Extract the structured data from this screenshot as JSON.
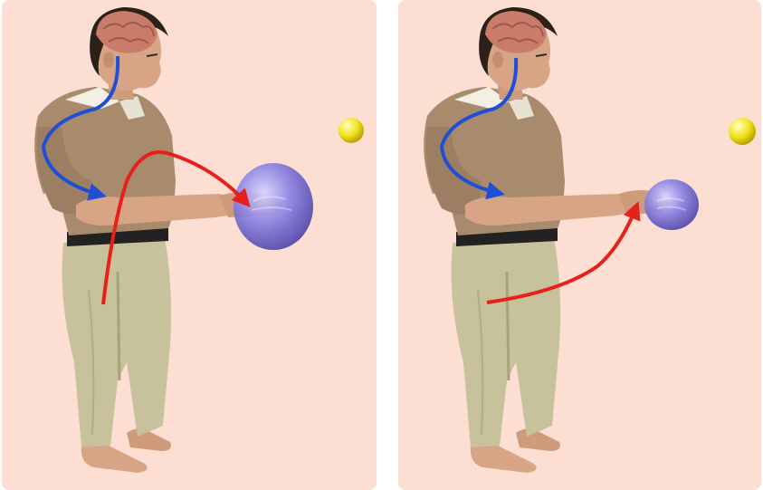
{
  "figure": {
    "panels": [
      {
        "id": "left",
        "ball_in_hand": "large",
        "annotations": {
          "brain_to_arm_arrow_color": "#1f4fd6",
          "arm_to_brain_arrow_color": "#e8201a"
        }
      },
      {
        "id": "right",
        "ball_in_hand": "small",
        "annotations": {
          "brain_to_arm_arrow_color": "#1f4fd6",
          "arm_to_brain_arrow_color": "#e8201a"
        }
      }
    ],
    "colors": {
      "panel_background": "#fcded3",
      "handheld_ball": "#7b72d6",
      "yellow_ball": "#f2e11c",
      "shirt": "#a88a6c",
      "trousers": "#c7c29b",
      "skin": "#d7a585",
      "brain": "#c97c6a"
    }
  }
}
